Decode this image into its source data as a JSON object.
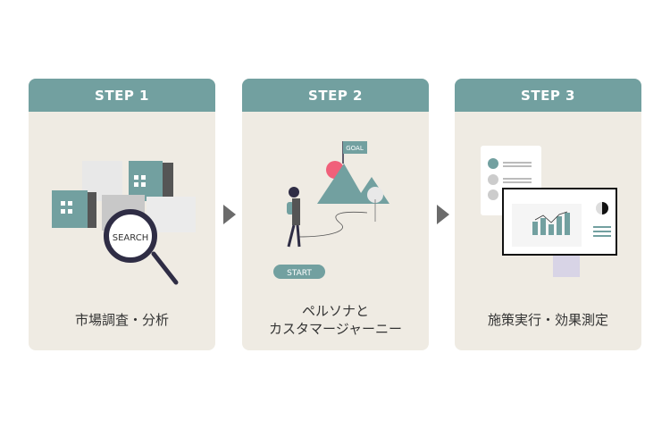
{
  "steps": [
    {
      "title": "STEP 1",
      "label": "市場調査・分析",
      "illustration_text": "SEARCH"
    },
    {
      "title": "STEP 2",
      "label_line1": "ペルソナと",
      "label_line2": "カスタマージャーニー",
      "goal_text": "GOAL",
      "start_text": "START"
    },
    {
      "title": "STEP 3",
      "label": "施策実行・効果測定"
    }
  ],
  "colors": {
    "header": "#72a0a0",
    "card": "#efebe3",
    "accent_pink": "#f0607a",
    "dark": "#2f2d45"
  }
}
